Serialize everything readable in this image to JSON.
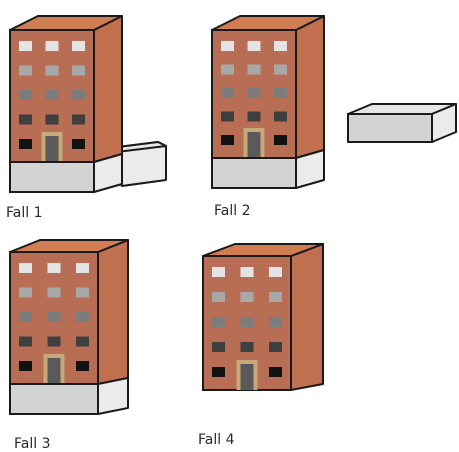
{
  "cases": [
    {
      "label": "Fall 1",
      "variant": "building-with-attached-block"
    },
    {
      "label": "Fall 2",
      "variant": "building-with-detached-block"
    },
    {
      "label": "Fall 3",
      "variant": "building-with-base"
    },
    {
      "label": "Fall 4",
      "variant": "building-without-base"
    }
  ],
  "colors": {
    "facade": "#b86e55",
    "side": "#c0704e",
    "roof": "#d07d52",
    "outline": "#1a1a1a",
    "base_front": "#d3d3d3",
    "base_top": "#e6e6e6",
    "base_side": "#ebebeb",
    "door_frame": "#c8a878",
    "door": "#5a5a5a",
    "window_rows": [
      "#e4e4e4",
      "#a8a8a8",
      "#7c7c7c",
      "#3f3f3f",
      "#121212"
    ]
  }
}
